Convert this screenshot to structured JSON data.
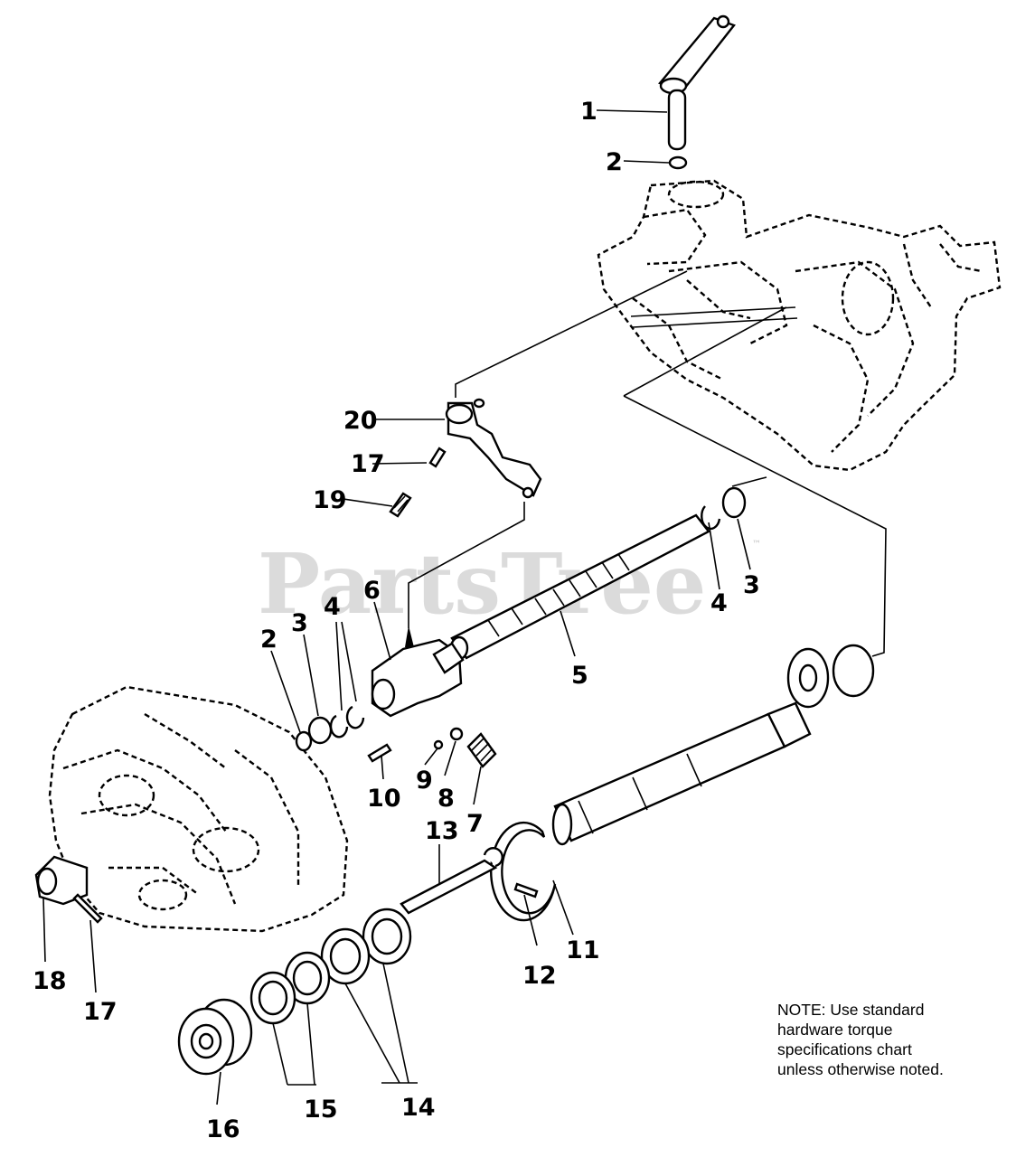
{
  "watermark": {
    "text": "PartsTree",
    "tm": "™"
  },
  "note": {
    "lines": [
      "NOTE:  Use standard",
      "hardware torque",
      "specifications chart",
      "unless otherwise noted."
    ]
  },
  "callouts": {
    "c1": "1",
    "c2a": "2",
    "c2b": "2",
    "c3a": "3",
    "c3b": "3",
    "c4a": "4",
    "c4b": "4",
    "c5": "5",
    "c6": "6",
    "c7": "7",
    "c8": "8",
    "c9": "9",
    "c10": "10",
    "c11": "11",
    "c12": "12",
    "c13": "13",
    "c14": "14",
    "c15": "15",
    "c16": "16",
    "c17a": "17",
    "c17b": "17",
    "c18": "18",
    "c19": "19",
    "c20": "20"
  }
}
